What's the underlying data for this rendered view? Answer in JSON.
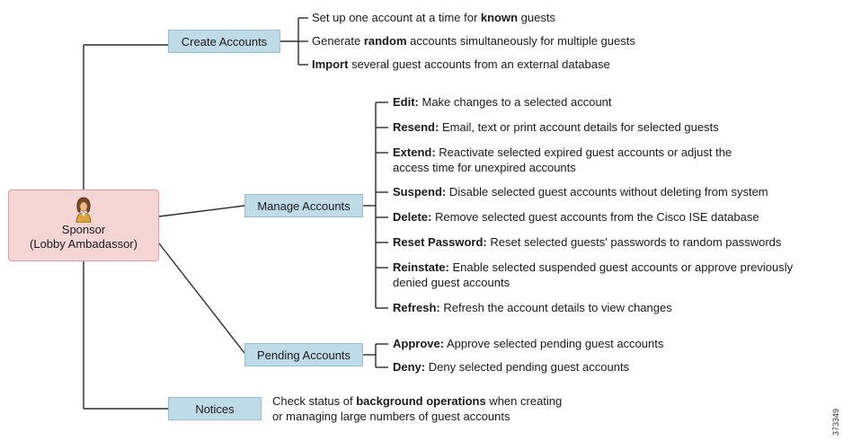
{
  "sponsor": {
    "line1": "Sponsor",
    "line2": "(Lobby Ambadassor)"
  },
  "categories": {
    "create": {
      "label": "Create Accounts",
      "items": [
        {
          "pre": "Set up one account at a time for ",
          "bold": "known",
          "post": " guests"
        },
        {
          "pre": "Generate ",
          "bold": "random",
          "post": " accounts simultaneously for multiple guests"
        },
        {
          "pre": "",
          "bold": "Import",
          "post": " several guest accounts from an external database"
        }
      ]
    },
    "manage": {
      "label": "Manage Accounts",
      "items": [
        {
          "bold": "Edit:",
          "text": " Make changes to a selected account"
        },
        {
          "bold": "Resend:",
          "text": " Email, text or print account details for selected guests"
        },
        {
          "bold": "Extend:",
          "text": " Reactivate selected expired guest accounts or adjust the",
          "cont": "access time for unexpired accounts"
        },
        {
          "bold": "Suspend:",
          "text": " Disable selected guest accounts without deleting from system"
        },
        {
          "bold": "Delete:",
          "text": " Remove selected guest accounts from the Cisco ISE  database"
        },
        {
          "bold": "Reset Password:",
          "text": " Reset selected guests' passwords to random passwords"
        },
        {
          "bold": "Reinstate:",
          "text": " Enable selected suspended guest accounts or approve previously",
          "cont": "denied guest accounts"
        },
        {
          "bold": "Refresh:",
          "text": " Refresh the account details to view changes"
        }
      ]
    },
    "pending": {
      "label": "Pending Accounts",
      "items": [
        {
          "bold": "Approve:",
          "text": " Approve selected pending guest accounts"
        },
        {
          "bold": "Deny:",
          "text": " Deny selected pending guest accounts"
        }
      ]
    },
    "notices": {
      "label": "Notices",
      "line1_pre": "Check status of ",
      "line1_bold": "background operations",
      "line1_post": " when creating",
      "line2": "or managing large numbers of guest accounts"
    }
  },
  "figure_id": "373349"
}
